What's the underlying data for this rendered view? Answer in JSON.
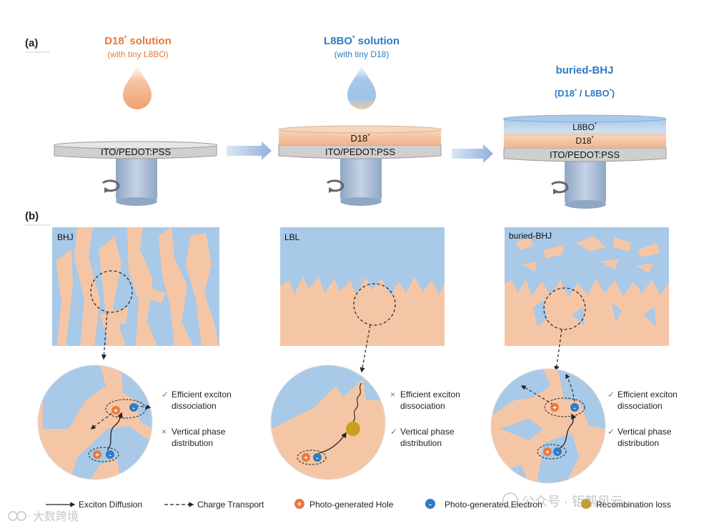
{
  "panel_a": {
    "label": "(a)",
    "step1": {
      "title": "D18",
      "title_sup": "*",
      "title_suffix": " solution",
      "subtitle": "(with tiny L8BO)",
      "substrate": "ITO/PEDOT:PSS"
    },
    "step2": {
      "title": "L8BO",
      "title_sup": "*",
      "title_suffix": " solution",
      "subtitle": "(with tiny D18)",
      "layer1": "D18",
      "layer1_sup": "*",
      "substrate": "ITO/PEDOT:PSS"
    },
    "step3": {
      "title": "buried-BHJ",
      "subtitle": "(D18",
      "subtitle_sup1": "*",
      "subtitle_mid": " / L8BO",
      "subtitle_sup2": "*",
      "subtitle_end": ")",
      "layer2": "L8BO",
      "layer2_sup": "*",
      "layer1": "D18",
      "layer1_sup": "*",
      "substrate": "ITO/PEDOT:PSS"
    }
  },
  "panel_b": {
    "label": "(b)",
    "morph1": {
      "label": "BHJ",
      "notes": [
        {
          "mark": "✓",
          "line1": "Efficient exciton",
          "line2": "dissociation"
        },
        {
          "mark": "×",
          "line1": "Vertical phase",
          "line2": "distribution"
        }
      ]
    },
    "morph2": {
      "label": "LBL",
      "notes": [
        {
          "mark": "×",
          "line1": "Efficient exciton",
          "line2": "dissociation"
        },
        {
          "mark": "✓",
          "line1": "Vertical phase",
          "line2": "distribution"
        }
      ]
    },
    "morph3": {
      "label": "buried-BHJ",
      "notes": [
        {
          "mark": "✓",
          "line1": "Efficient exciton",
          "line2": "dissociation"
        },
        {
          "mark": "✓",
          "line1": "Vertical phase",
          "line2": "distribution"
        }
      ]
    }
  },
  "legend": {
    "exciton": "Exciton Diffusion",
    "charge": "Charge Transport",
    "hole": "Photo-generated Hole",
    "electron": "Photo-generated Electron",
    "recomb": "Recombination loss"
  },
  "watermark": {
    "left": "大数跨境",
    "right": "公众号 · 钜帮风云"
  },
  "colors": {
    "orange": "#e8783a",
    "blue": "#2f7dc2",
    "donor": "#f5c6a5",
    "acceptor": "#a8c9e8",
    "recomb": "#c9a01e",
    "substrate": "#d9d9d9",
    "title_blue": "#2e7cc4"
  }
}
